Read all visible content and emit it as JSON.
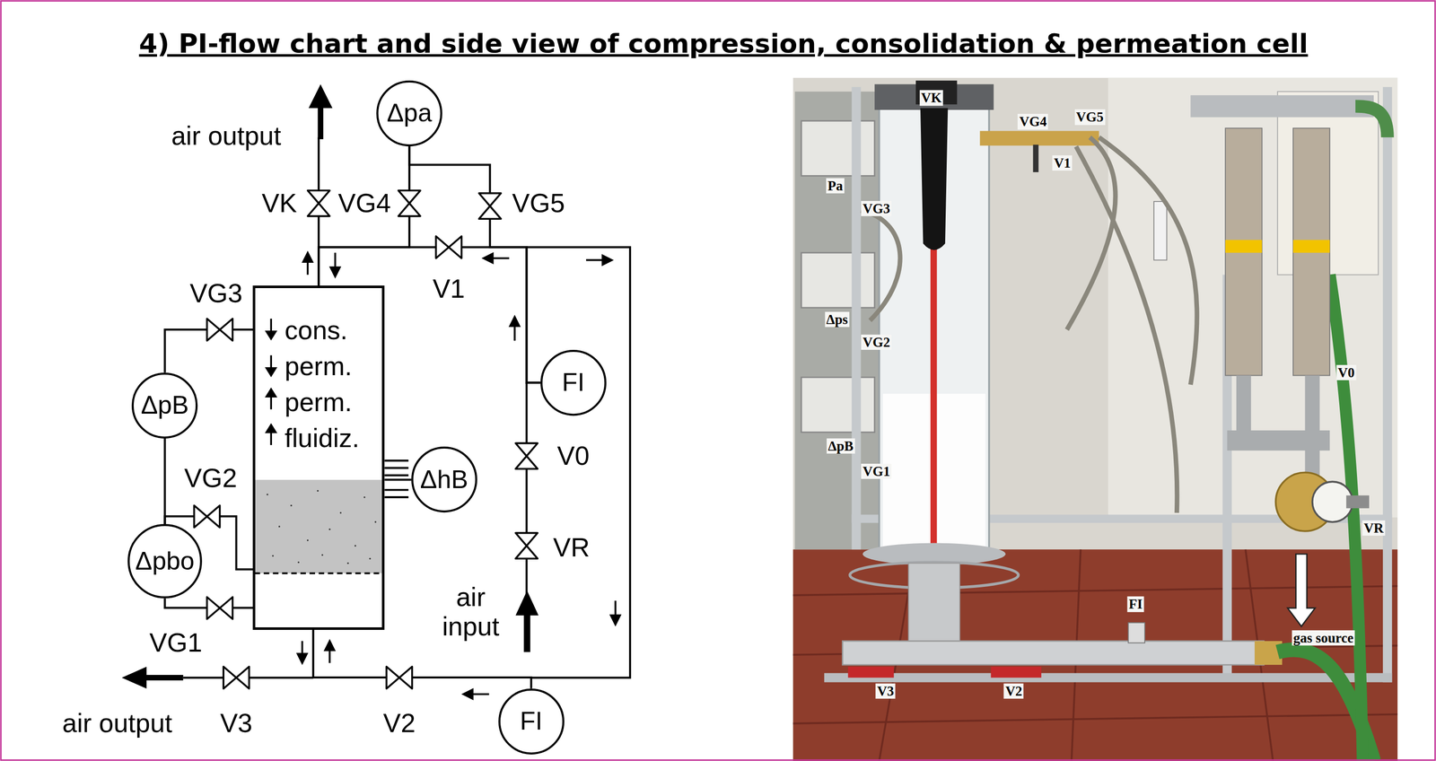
{
  "diagram": {
    "title": "4) PI-flow chart and side view of compression, consolidation & permeation cell",
    "nodes": [
      {
        "text": [
          "Δpa"
        ]
      },
      {
        "text": [
          "cons.",
          "perm.",
          "perm.",
          "fluidiz."
        ]
      },
      {
        "text": [
          "ΔpB"
        ]
      },
      {
        "text": [
          "FI"
        ]
      },
      {
        "text": [
          "ΔhB"
        ]
      },
      {
        "text": [
          "Δpbo"
        ]
      },
      {
        "text": [
          "FI"
        ]
      }
    ],
    "edges": [
      {
        "from": 0,
        "to": 1,
        "arrow": "none"
      },
      {
        "from": 0,
        "to": 3,
        "arrow": "none"
      },
      {
        "from": 2,
        "to": 1,
        "arrow": "none"
      },
      {
        "from": 2,
        "to": 5,
        "arrow": "none"
      },
      {
        "from": 5,
        "to": 1,
        "arrow": "none"
      },
      {
        "from": 5,
        "to": 1,
        "arrow": "none"
      },
      {
        "from": 3,
        "to": 1,
        "arrow": "none"
      },
      {
        "from": 6,
        "to": 1,
        "arrow": "none"
      },
      {
        "from": 4,
        "to": 1,
        "arrow": "none"
      }
    ],
    "labels": [
      "air output",
      "VK",
      "VG4",
      "VG5",
      "V1",
      "VG3",
      "VG2",
      "VG1",
      "V0",
      "VR",
      "air input",
      "air output",
      "V3",
      "V2",
      "VK",
      "VG4",
      "VG5",
      "V1",
      "Pa",
      "VG3",
      "Δps",
      "VG2",
      "ΔpB",
      "VG1",
      "V0",
      "VR",
      "FI",
      "gas source",
      "V3",
      "V2"
    ]
  }
}
